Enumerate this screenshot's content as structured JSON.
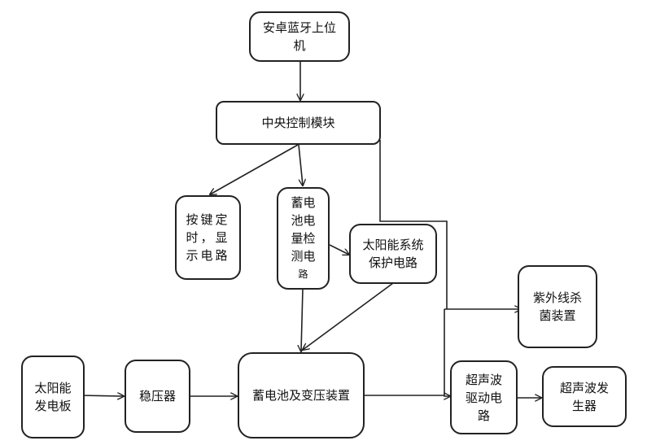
{
  "diagram": {
    "nodes": {
      "android_app": "安卓蓝牙上位\n机",
      "central_control": "中央控制模块",
      "keypad_timer_display": "按键定\n时，显\n示电路",
      "battery_level_detect": "蓄电\n池电\n量检\n测电",
      "battery_level_detect_tail": "路",
      "solar_protection": "太阳能系统\n保护电路",
      "uv_sterilizer": "紫外线杀\n菌装置",
      "solar_panel": "太阳能\n发电板",
      "voltage_regulator": "稳压器",
      "battery_inverter": "蓄电池及变压装置",
      "ultrasonic_driver": "超声波\n驱动电\n路",
      "ultrasonic_generator": "超声波发\n生器"
    },
    "edges": [
      {
        "from": "android_app",
        "to": "central_control"
      },
      {
        "from": "central_control",
        "to": "keypad_timer_display"
      },
      {
        "from": "central_control",
        "to": "battery_level_detect"
      },
      {
        "from": "central_control",
        "to": "uv_sterilizer"
      },
      {
        "from": "central_control",
        "to": "ultrasonic_driver"
      },
      {
        "from": "battery_level_detect",
        "to": "solar_protection"
      },
      {
        "from": "battery_level_detect",
        "to": "battery_inverter"
      },
      {
        "from": "solar_protection",
        "to": "battery_inverter"
      },
      {
        "from": "solar_panel",
        "to": "voltage_regulator"
      },
      {
        "from": "voltage_regulator",
        "to": "battery_inverter"
      },
      {
        "from": "battery_inverter",
        "to": "ultrasonic_driver"
      },
      {
        "from": "ultrasonic_driver",
        "to": "ultrasonic_generator"
      }
    ]
  }
}
